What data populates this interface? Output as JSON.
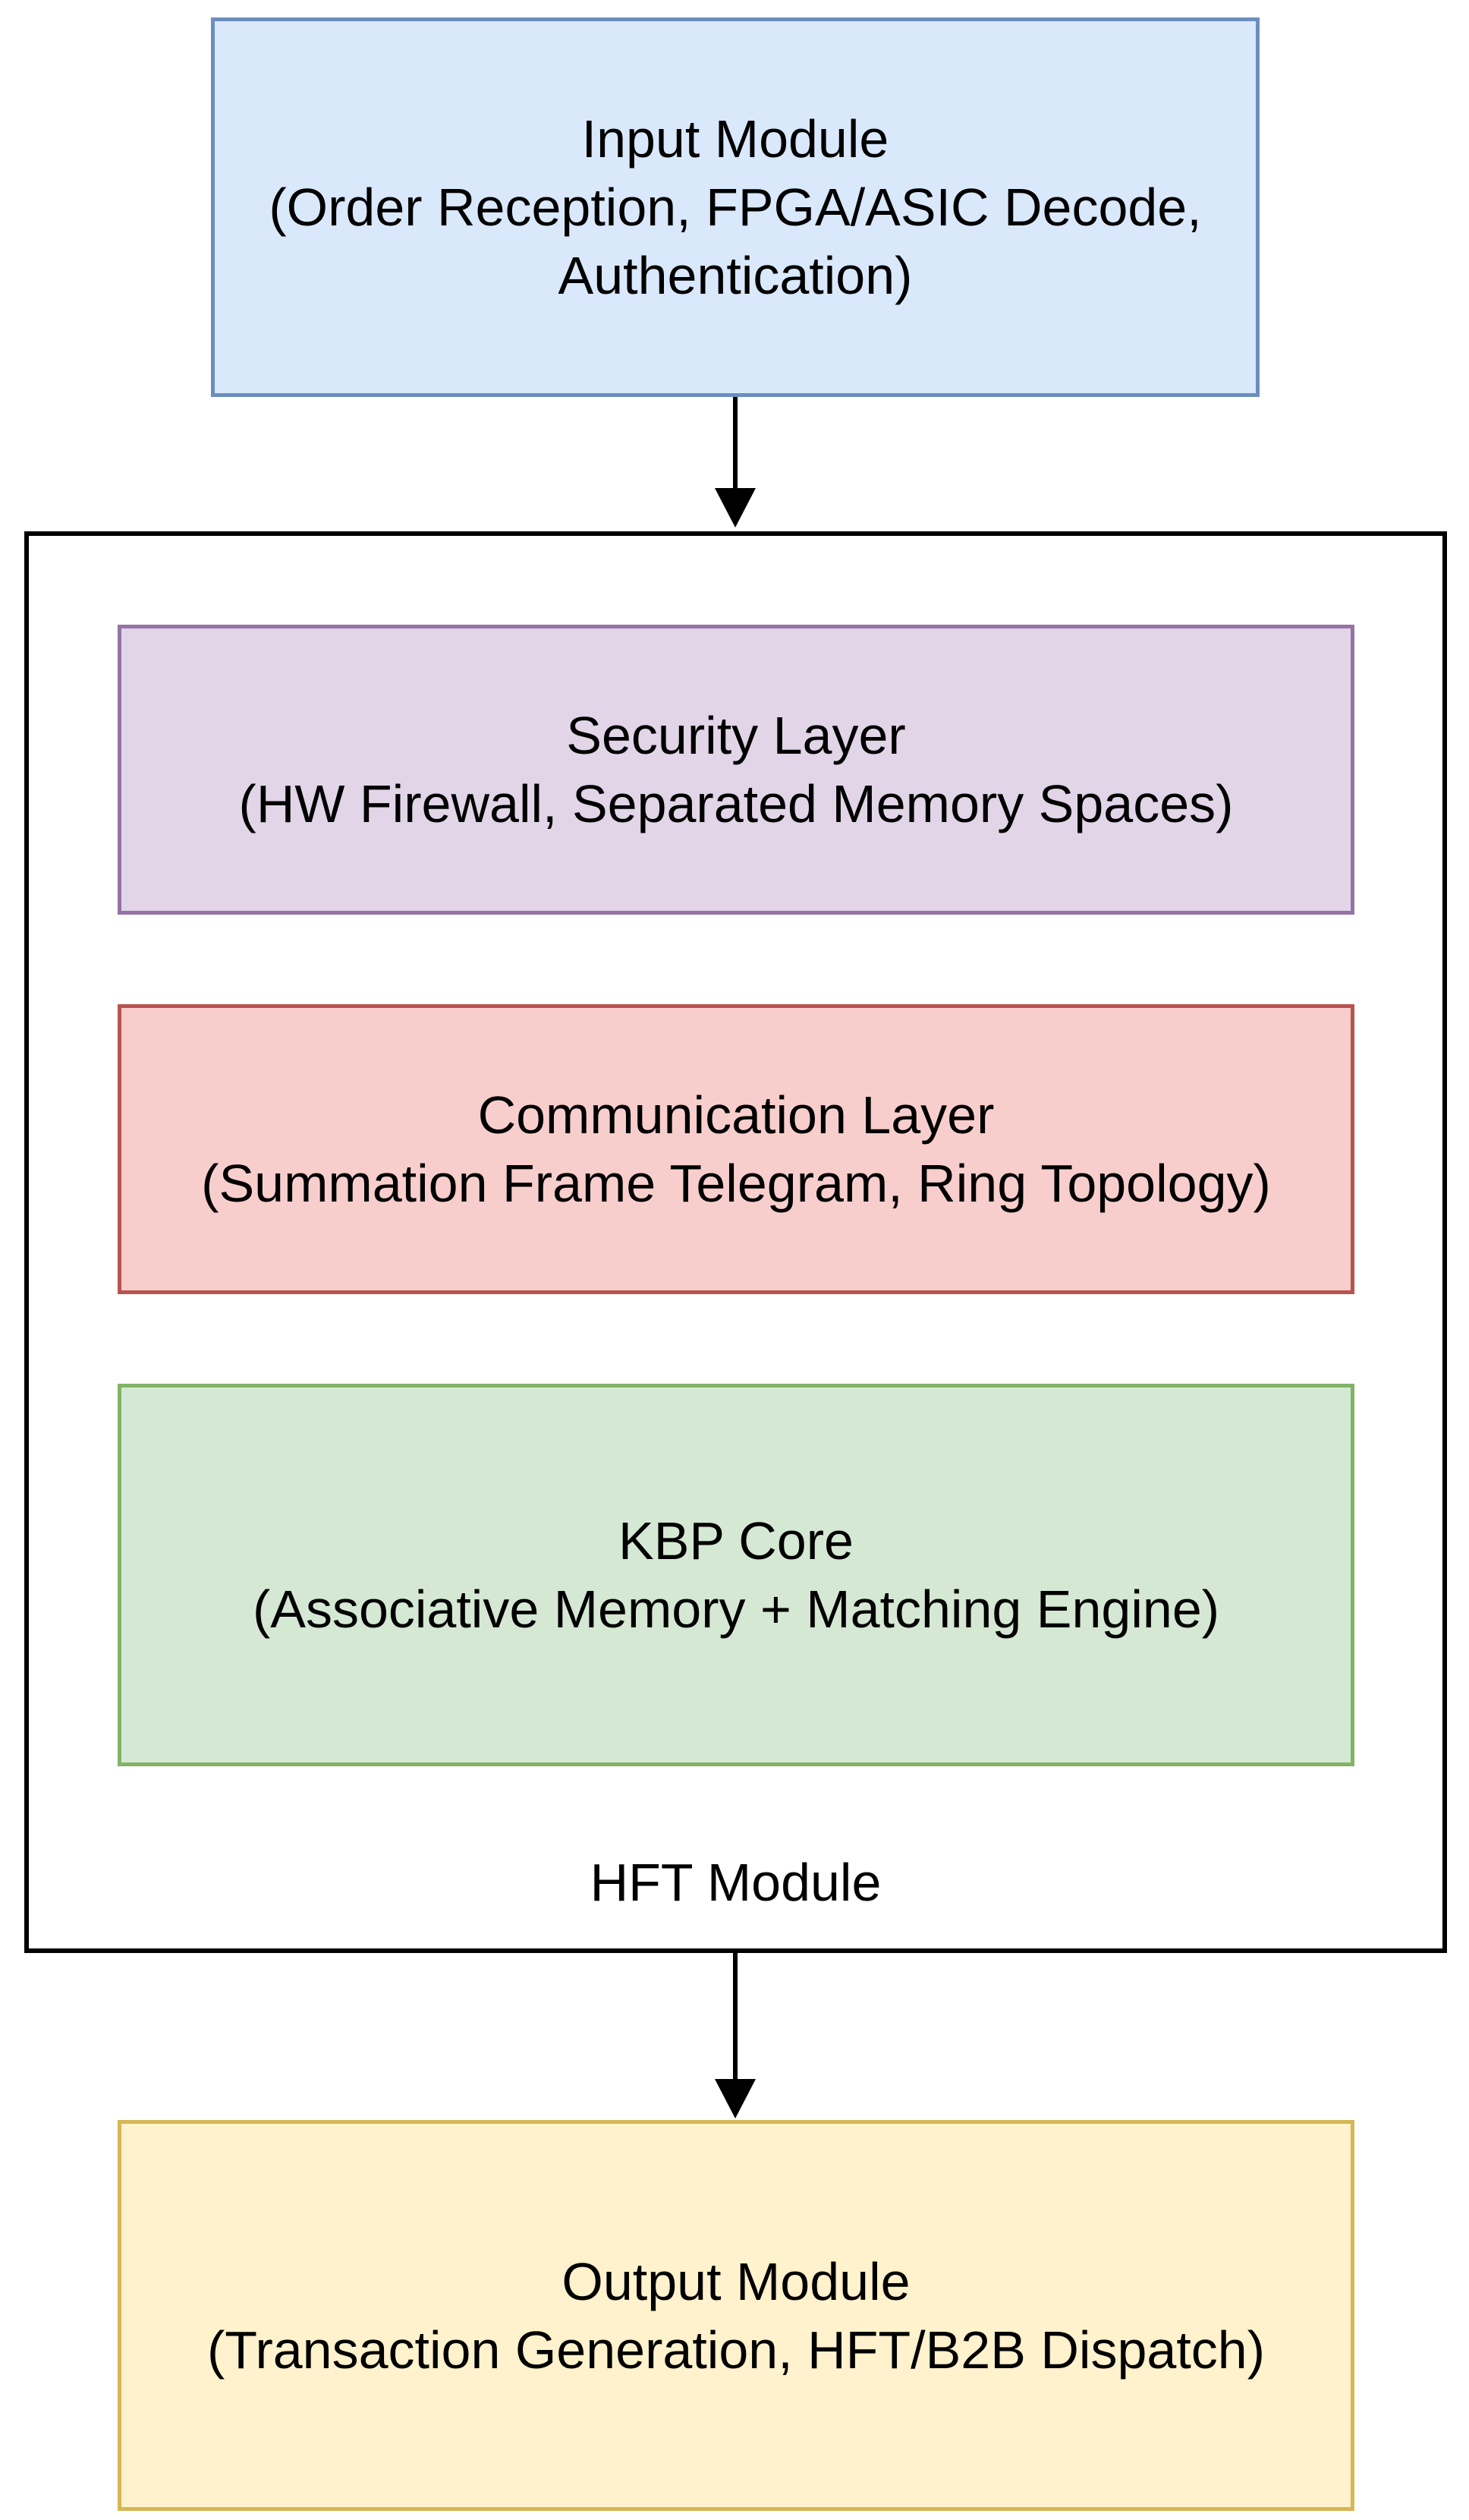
{
  "diagram": {
    "background": "#FFFFFF",
    "text_color": "#000000",
    "nodes": {
      "input": {
        "title": "Input Module",
        "subtitle": "(Order Reception, FPGA/ASIC Decode,\nAuthentication)",
        "fill": "#DAE8FC",
        "stroke": "#6C8EBF"
      },
      "security": {
        "title": "Security Layer",
        "subtitle": "(HW Firewall, Separated Memory Spaces)",
        "fill": "#E1D5E7",
        "stroke": "#9673A6"
      },
      "communication": {
        "title": "Communication Layer",
        "subtitle": "(Summation Frame Telegram, Ring Topology)",
        "fill": "#F8CECC",
        "stroke": "#B85450"
      },
      "kbp": {
        "title": "KBP Core",
        "subtitle": "(Associative Memory + Matching Engine)",
        "fill": "#D5E8D4",
        "stroke": "#82B366"
      },
      "output": {
        "title": "Output Module",
        "subtitle": "(Transaction Generation, HFT/B2B Dispatch)",
        "fill": "#FFF2CC",
        "stroke": "#D6B656"
      }
    },
    "container": {
      "label": "HFT Module",
      "fill": "#FFFFFF",
      "stroke": "#000000",
      "contains": [
        "security",
        "communication",
        "kbp"
      ]
    },
    "arrows": [
      {
        "from": "input",
        "to": "hft-container",
        "color": "#000000"
      },
      {
        "from": "hft-container",
        "to": "output",
        "color": "#000000"
      }
    ]
  }
}
